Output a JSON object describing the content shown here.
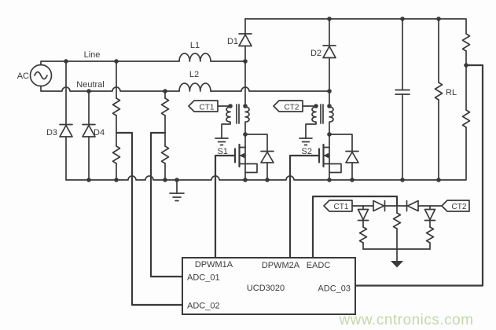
{
  "labels": {
    "ac": "AC",
    "line": "Line",
    "neutral": "Neutral",
    "l1": "L1",
    "l2": "L2",
    "d1": "D1",
    "d2": "D2",
    "d3": "D3",
    "d4": "D4",
    "s1": "S1",
    "s2": "S2",
    "rl": "RL",
    "ct1": "CT1",
    "ct2": "CT2"
  },
  "controller": {
    "name": "UCD3020",
    "pins": {
      "dpwm1a": "DPWM1A",
      "dpwm2a": "DPWM2A",
      "eadc": "EADC",
      "adc_01": "ADC_01",
      "adc_02": "ADC_02",
      "adc_03": "ADC_03"
    }
  },
  "watermark": {
    "text": "www.cntronics.com"
  },
  "colors": {
    "ink": "#3a3a3a",
    "bg": "#fdfdfd",
    "watermark": "#c5d8a9"
  }
}
